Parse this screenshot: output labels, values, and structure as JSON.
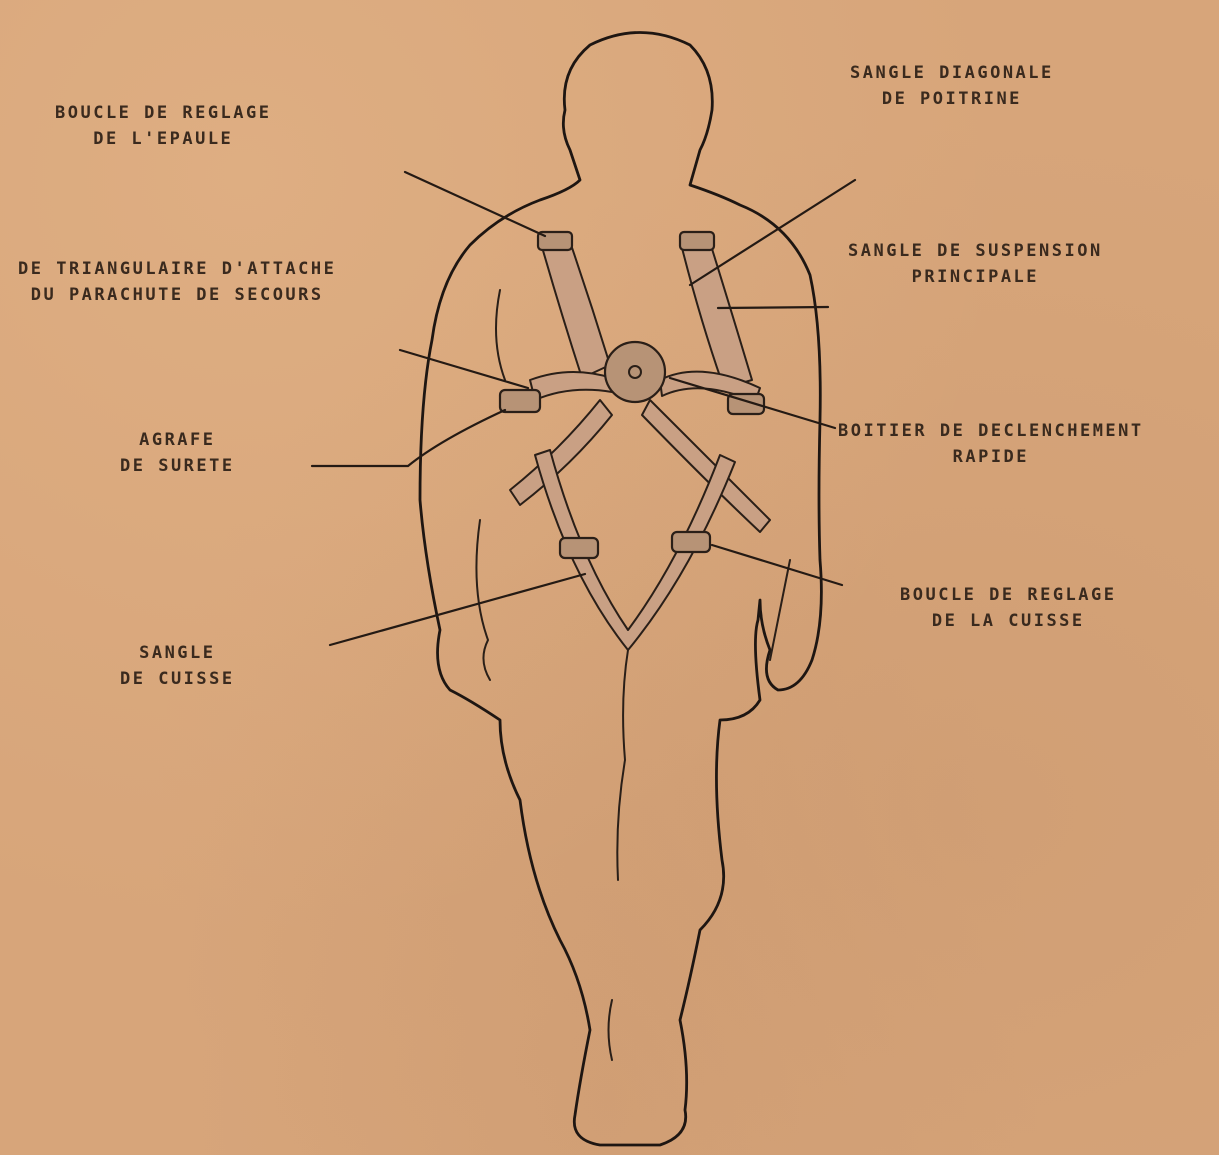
{
  "labels": {
    "shoulder_buckle": [
      "BOUCLE DE REGLAGE",
      "DE L'EPAULE"
    ],
    "chest_strap": [
      "SANGLE DIAGONALE",
      "DE POITRINE"
    ],
    "reserve_attach": [
      "DE TRIANGULAIRE D'ATTACHE",
      "DU PARACHUTE DE SECOURS"
    ],
    "main_lift_web": [
      "SANGLE DE SUSPENSION",
      "PRINCIPALE"
    ],
    "safety_clip": [
      "AGRAFE",
      "DE SURETE"
    ],
    "quick_release_box": [
      "BOITIER DE DECLENCHEMENT",
      "RAPIDE"
    ],
    "thigh_buckle": [
      "BOUCLE DE REGLAGE",
      "DE LA CUISSE"
    ],
    "leg_strap": [
      "SANGLE",
      "DE CUISSE"
    ]
  },
  "colors": {
    "paper": "#d7a57a",
    "ink": "#1e1612",
    "text": "#3a2a1e"
  }
}
